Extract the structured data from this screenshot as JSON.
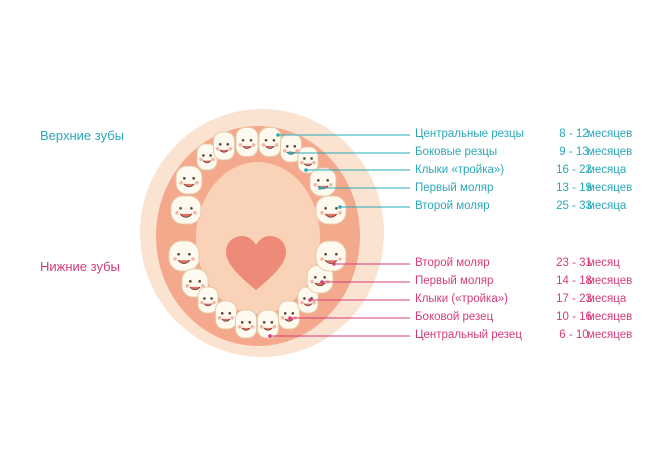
{
  "upper": {
    "title": "Верхние зубы",
    "teeth": [
      {
        "name": "Центральные резцы",
        "range": "8 - 12",
        "unit": "месяцев"
      },
      {
        "name": "Боковые резцы",
        "range": "9 - 13",
        "unit": "месяцев"
      },
      {
        "name": "Клыки «тройка»)",
        "range": "16 - 22",
        "unit": "месяца"
      },
      {
        "name": "Первый моляр",
        "range": "13 - 19",
        "unit": "месяцев"
      },
      {
        "name": "Второй моляр",
        "range": "25 - 33",
        "unit": "месяца"
      }
    ]
  },
  "lower": {
    "title": "Нижние зубы",
    "teeth": [
      {
        "name": "Второй моляр",
        "range": "23 - 31",
        "unit": "месяц"
      },
      {
        "name": "Первый моляр",
        "range": "14 - 18",
        "unit": "месяцев"
      },
      {
        "name": "Клыки («тройка»)",
        "range": "17 - 23",
        "unit": "месяца"
      },
      {
        "name": "Боковой резец",
        "range": "10 - 16",
        "unit": "месяцев"
      },
      {
        "name": "Центральный резец",
        "range": "6 - 10",
        "unit": "месяцев"
      }
    ]
  },
  "colors": {
    "upper_accent": "#2aa8b8",
    "lower_accent": "#d63b7a",
    "gum_outer": "#fbe3d2",
    "gum_inner": "#f4a98c",
    "mouth": "#fad2b8",
    "heart": "#ee8a78",
    "tooth": "#fffaf0"
  }
}
